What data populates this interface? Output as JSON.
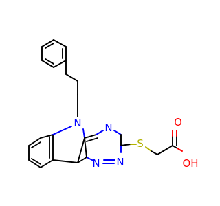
{
  "molecule": {
    "atoms": {
      "n_indole": "N",
      "n_triazine_top": "N",
      "n_triazine_bottom_right": "N",
      "n_triazine_bottom_left": "N",
      "sulfur": "S",
      "oxygen_carbonyl": "O",
      "hydroxyl": "OH"
    },
    "colors": {
      "carbon_bond": "#000000",
      "nitrogen": "#0000ff",
      "sulfur": "#b2b200",
      "oxygen": "#ff0000",
      "background": "#ffffff"
    }
  }
}
